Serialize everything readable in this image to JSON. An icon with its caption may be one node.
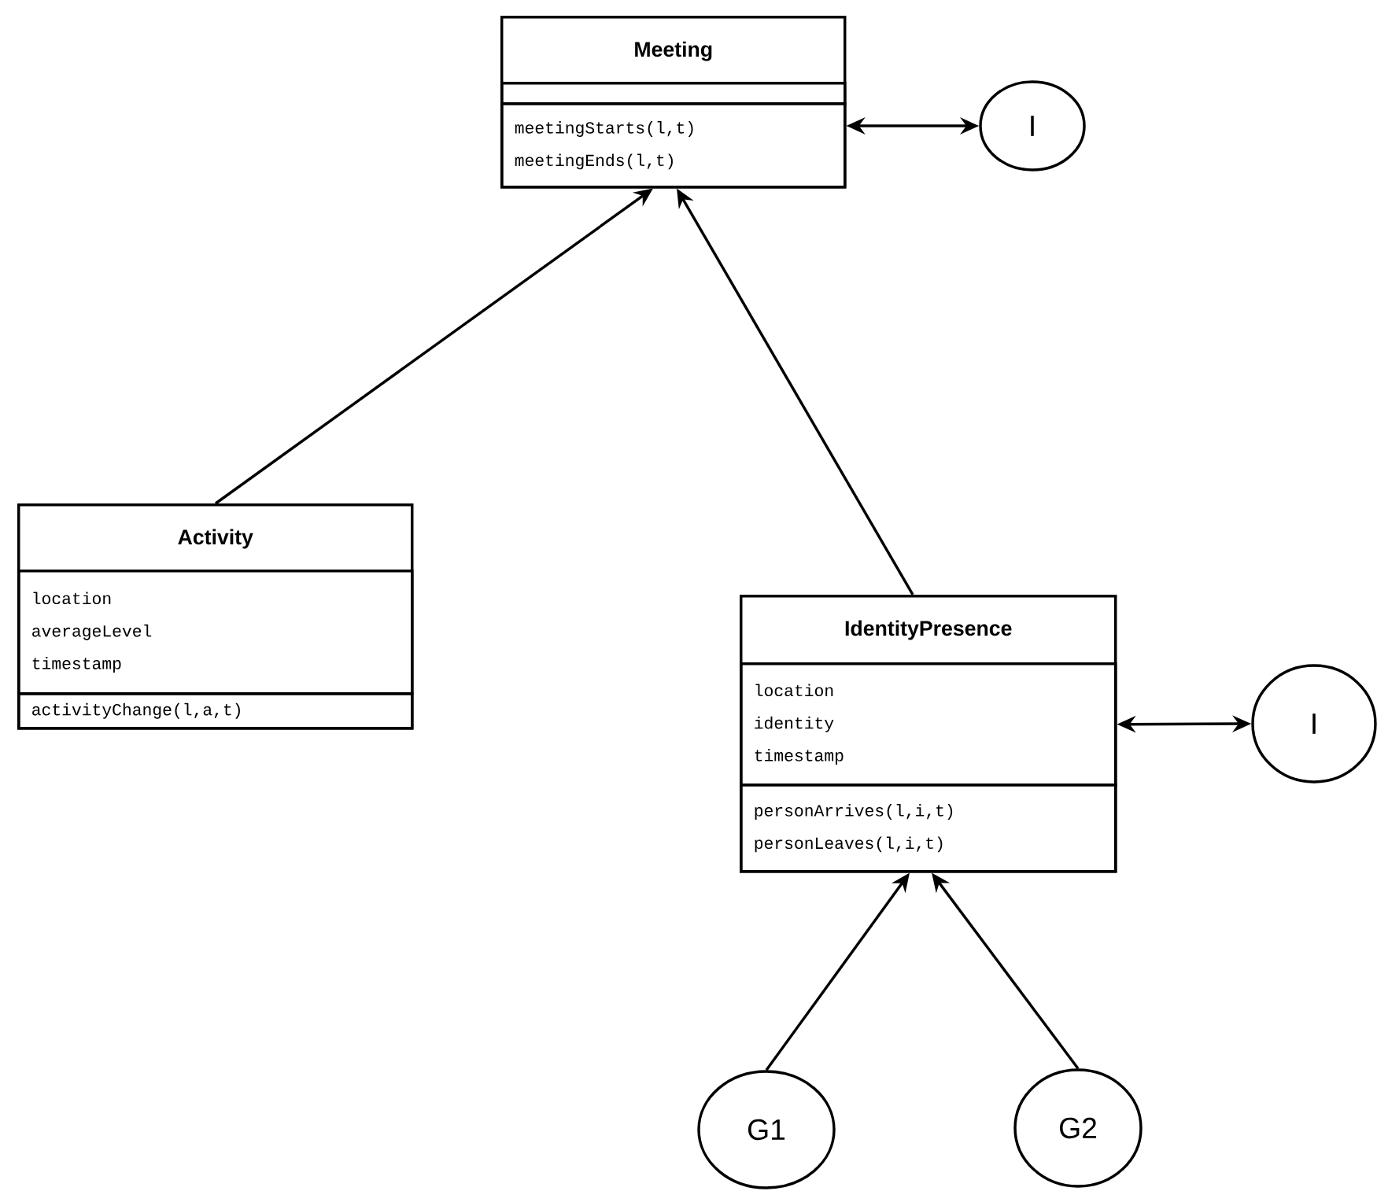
{
  "diagram": {
    "nodes": [
      {
        "text": [
          "Meeting"
        ]
      },
      {
        "text": [],
        "shape": "box",
        "in": 0
      },
      {
        "text": [
          "meetingStarts(l,t)",
          "meetingEnds(l,t)"
        ],
        "in": 0
      },
      {
        "text": [
          "I"
        ]
      },
      {
        "text": [
          "Activity"
        ]
      },
      {
        "text": [
          "location",
          "averageLevel",
          "timestamp"
        ],
        "in": 4
      },
      {
        "text": [
          "activityChange(l,a,t)"
        ],
        "in": 4
      },
      {
        "text": [
          "IdentityPresence"
        ]
      },
      {
        "text": [
          "location",
          "identity",
          "timestamp"
        ],
        "in": 7
      },
      {
        "text": [
          "personArrives(l,i,t)",
          "personLeaves(l,i,t)"
        ],
        "in": 7
      },
      {
        "text": [
          "I"
        ]
      },
      {
        "text": [
          "G1"
        ]
      },
      {
        "text": [
          "G2"
        ]
      }
    ],
    "edges": [
      {
        "from": 2,
        "to": 3,
        "arrow": "both"
      },
      {
        "from": 4,
        "to": 0,
        "arrow": "to"
      },
      {
        "from": 7,
        "to": 0,
        "arrow": "to"
      },
      {
        "from": 8,
        "to": 10,
        "arrow": "both"
      },
      {
        "from": 11,
        "to": 9,
        "arrow": "to"
      },
      {
        "from": 12,
        "to": 9,
        "arrow": "to"
      }
    ]
  }
}
